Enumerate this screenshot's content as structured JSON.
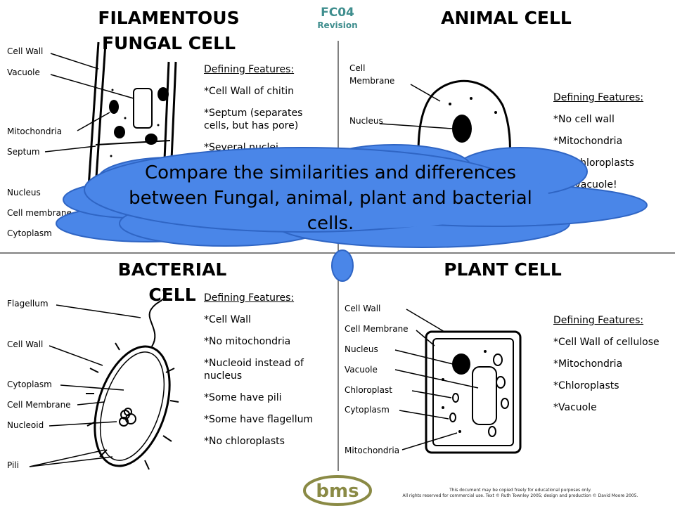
{
  "header": {
    "code": "FC04",
    "subtitle": "Revision"
  },
  "quadrants": {
    "fungal": {
      "title": "FILAMENTOUS FUNGAL CELL",
      "labels": [
        "Cell Wall",
        "Vacuole",
        "Mitochondria",
        "Septum",
        "Nucleus",
        "Cell membrane",
        "Cytoplasm"
      ],
      "features_heading": "Defining Features:",
      "features": [
        "*Cell Wall of chitin",
        "*Septum (separates cells, but has pore)",
        "*Several nuclei"
      ]
    },
    "animal": {
      "title": "ANIMAL CELL",
      "labels": [
        "Cell Membrane",
        "Nucleus"
      ],
      "features_heading": "Defining Features:",
      "features": [
        "*No cell wall",
        "*Mitochondria",
        "*No chloroplasts",
        "*No vacuole!"
      ]
    },
    "bacterial": {
      "title": "BACTERIAL CELL",
      "labels": [
        "Flagellum",
        "Cell Wall",
        "Cytoplasm",
        "Cell Membrane",
        "Nucleoid",
        "Pili"
      ],
      "features_heading": "Defining Features:",
      "features": [
        "*Cell Wall",
        "*No mitochondria",
        "*Nucleoid instead of nucleus",
        "*Some have pili",
        "*Some have flagellum",
        "*No chloroplasts"
      ]
    },
    "plant": {
      "title": "PLANT CELL",
      "labels": [
        "Cell Wall",
        "Cell Membrane",
        "Nucleus",
        "Vacuole",
        "Chloroplast",
        "Cytoplasm",
        "Mitochondria"
      ],
      "features_heading": "Defining Features:",
      "features": [
        "*Cell Wall of cellulose",
        "*Mitochondria",
        "*Chloroplasts",
        "*Vacuole"
      ]
    }
  },
  "callout": {
    "text": "Compare the similarities and differences between Fungal, animal, plant and bacterial cells."
  },
  "logo": {
    "text": "bms"
  },
  "footer": {
    "line1": "This document may be copied freely for educational purposes only.",
    "line2": "All rights reserved for commercial use. Text © Ruth Townley 2005; design and production © David Moore 2005."
  },
  "colors": {
    "accent": "#3f8e8e",
    "cloud_fill": "#4a86e8",
    "cloud_border": "#2f65c4",
    "logo": "#8a8a45"
  }
}
